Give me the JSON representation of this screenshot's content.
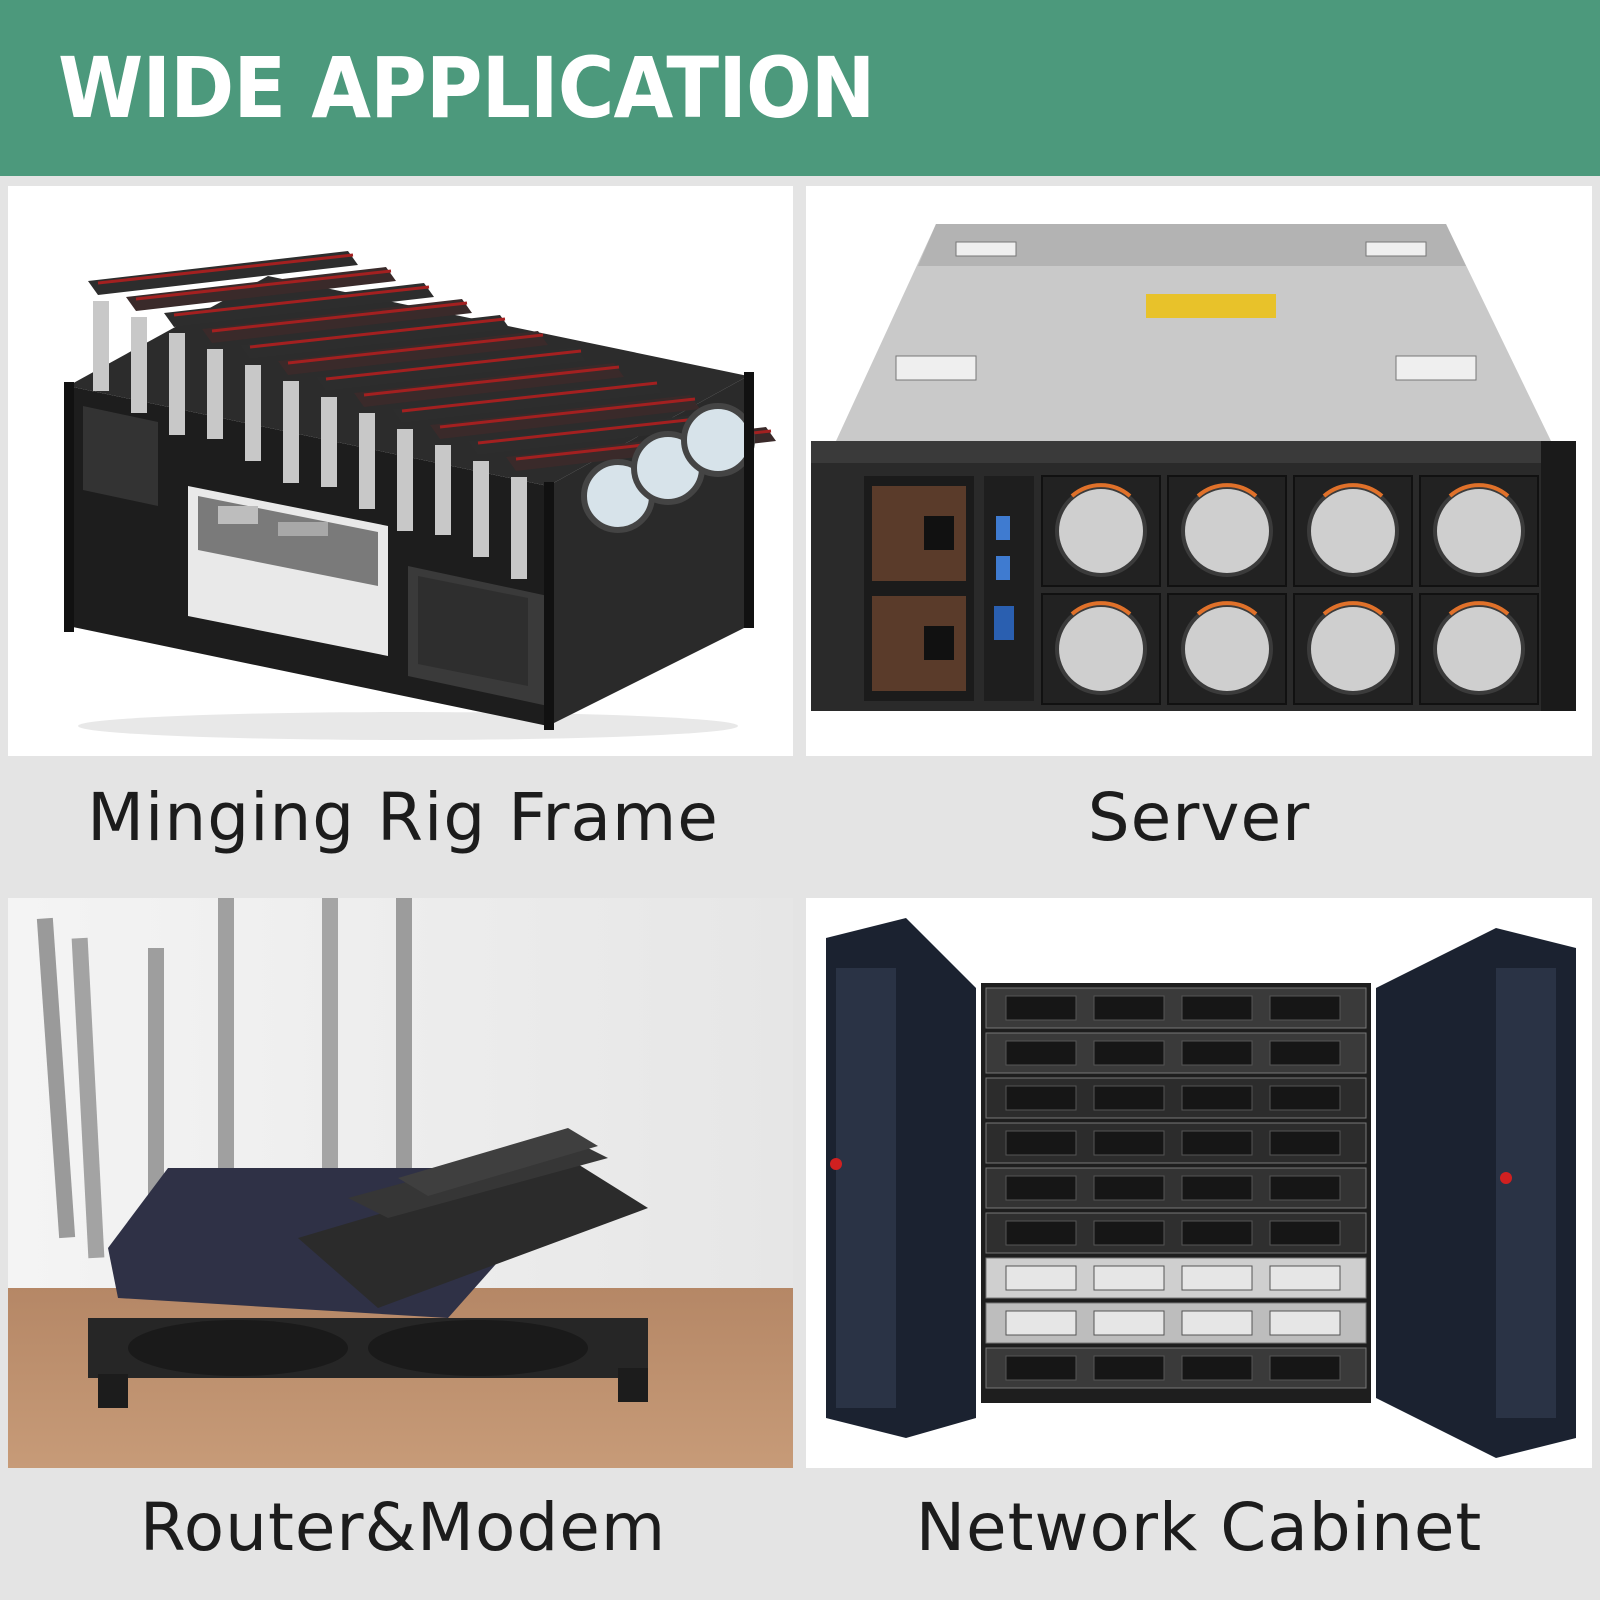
{
  "header": {
    "title": "WIDE APPLICATION",
    "background_color": "#4c997c",
    "text_color": "#ffffff"
  },
  "applications": [
    {
      "label": "Minging Rig Frame",
      "image": "mining-rig-frame-photo"
    },
    {
      "label": "Server",
      "image": "rack-server-photo"
    },
    {
      "label": "Router&Modem",
      "image": "router-on-cooling-stand-photo"
    },
    {
      "label": "Network Cabinet",
      "image": "network-cabinet-photo"
    }
  ],
  "page_background": "#e4e4e4"
}
